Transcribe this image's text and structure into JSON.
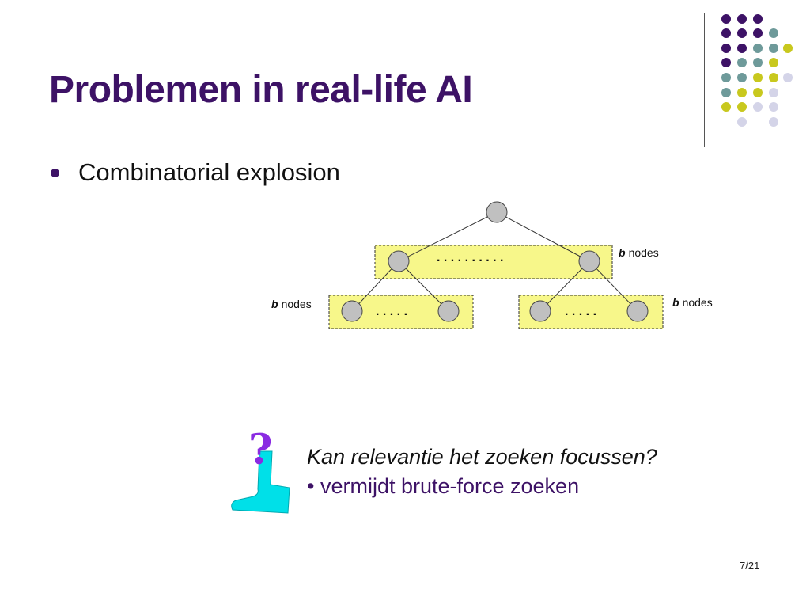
{
  "title": "Problemen in real-life AI",
  "bullet": "Combinatorial explosion",
  "diagram": {
    "dots_wide": ". . . . . . . . . .",
    "dots_left": ". . . . .",
    "dots_right": ". . . . .",
    "label_top": {
      "b": "b",
      "text": "nodes"
    },
    "label_left": {
      "b": "b",
      "text": "nodes"
    },
    "label_right": {
      "b": "b",
      "text": "nodes"
    }
  },
  "question": {
    "line1": "Kan relevantie het zoeken focussen?",
    "line2": "• vermijdt brute-force zoeken"
  },
  "page_number": "7/21",
  "colors": {
    "purple": "#3d1266",
    "teal": "#6e9a9a",
    "yellow": "#c8c81e",
    "lavender": "#d4d4e8",
    "box_fill": "#f7f78a",
    "node_fill": "#c0c0c0",
    "qmark_purple": "#8a2be2",
    "qmark_cyan": "#00e0e8"
  }
}
